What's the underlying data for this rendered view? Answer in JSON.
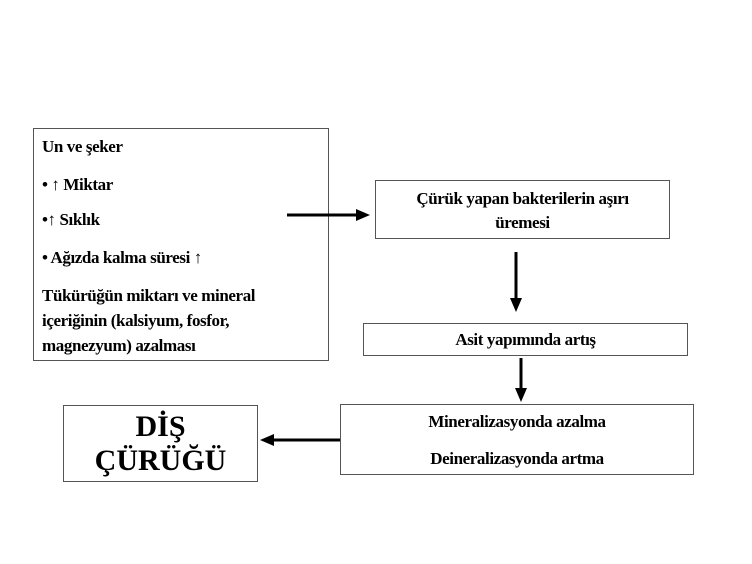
{
  "causes": {
    "title": "Un ve şeker",
    "items": [
      "• ↑ Miktar",
      "•↑ Sıklık",
      "• Ağızda kalma süresi ↑"
    ],
    "saliva": [
      "Tükürüğün miktarı ve mineral",
      "içeriğinin (kalsiyum, fosfor,",
      "magnezyum) azalması"
    ]
  },
  "bacteria": [
    "Çürük yapan bakterilerin aşırı",
    "üremesi"
  ],
  "acid": "Asit yapımında artış",
  "mineral": [
    "Mineralizasyonda azalma",
    "Deineralizasyonda artma"
  ],
  "result": [
    "DİŞ",
    "ÇÜRÜĞÜ"
  ]
}
